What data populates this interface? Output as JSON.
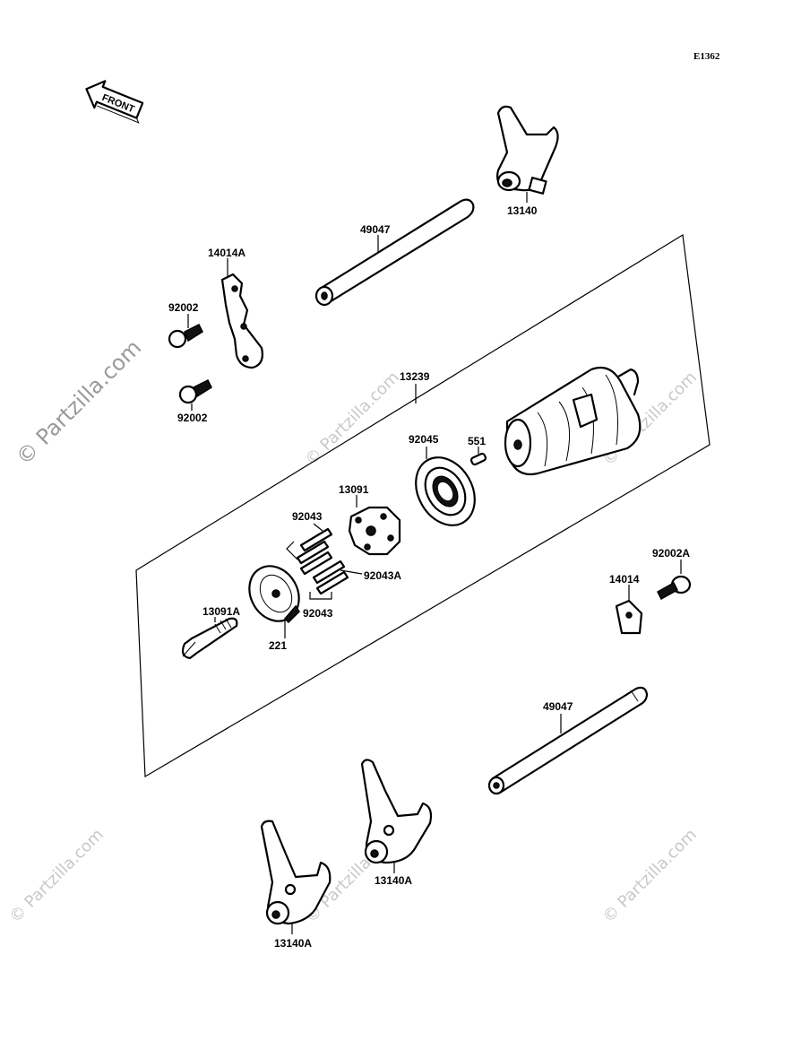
{
  "diagram": {
    "code": "E1362",
    "front_label": "FRONT",
    "watermark": "© Partzilla.com",
    "labels": [
      {
        "id": "13140",
        "text": "13140"
      },
      {
        "id": "49047-top",
        "text": "49047"
      },
      {
        "id": "14014A",
        "text": "14014A"
      },
      {
        "id": "92002-top",
        "text": "92002"
      },
      {
        "id": "92002-bottom",
        "text": "92002"
      },
      {
        "id": "13239",
        "text": "13239"
      },
      {
        "id": "92045",
        "text": "92045"
      },
      {
        "id": "551",
        "text": "551"
      },
      {
        "id": "13091",
        "text": "13091"
      },
      {
        "id": "92043-top",
        "text": "92043"
      },
      {
        "id": "92043A",
        "text": "92043A"
      },
      {
        "id": "92043-bottom",
        "text": "92043"
      },
      {
        "id": "221",
        "text": "221"
      },
      {
        "id": "13091A",
        "text": "13091A"
      },
      {
        "id": "92002A",
        "text": "92002A"
      },
      {
        "id": "14014",
        "text": "14014"
      },
      {
        "id": "49047-bottom",
        "text": "49047"
      },
      {
        "id": "13140A-right",
        "text": "13140A"
      },
      {
        "id": "13140A-left",
        "text": "13140A"
      }
    ]
  }
}
